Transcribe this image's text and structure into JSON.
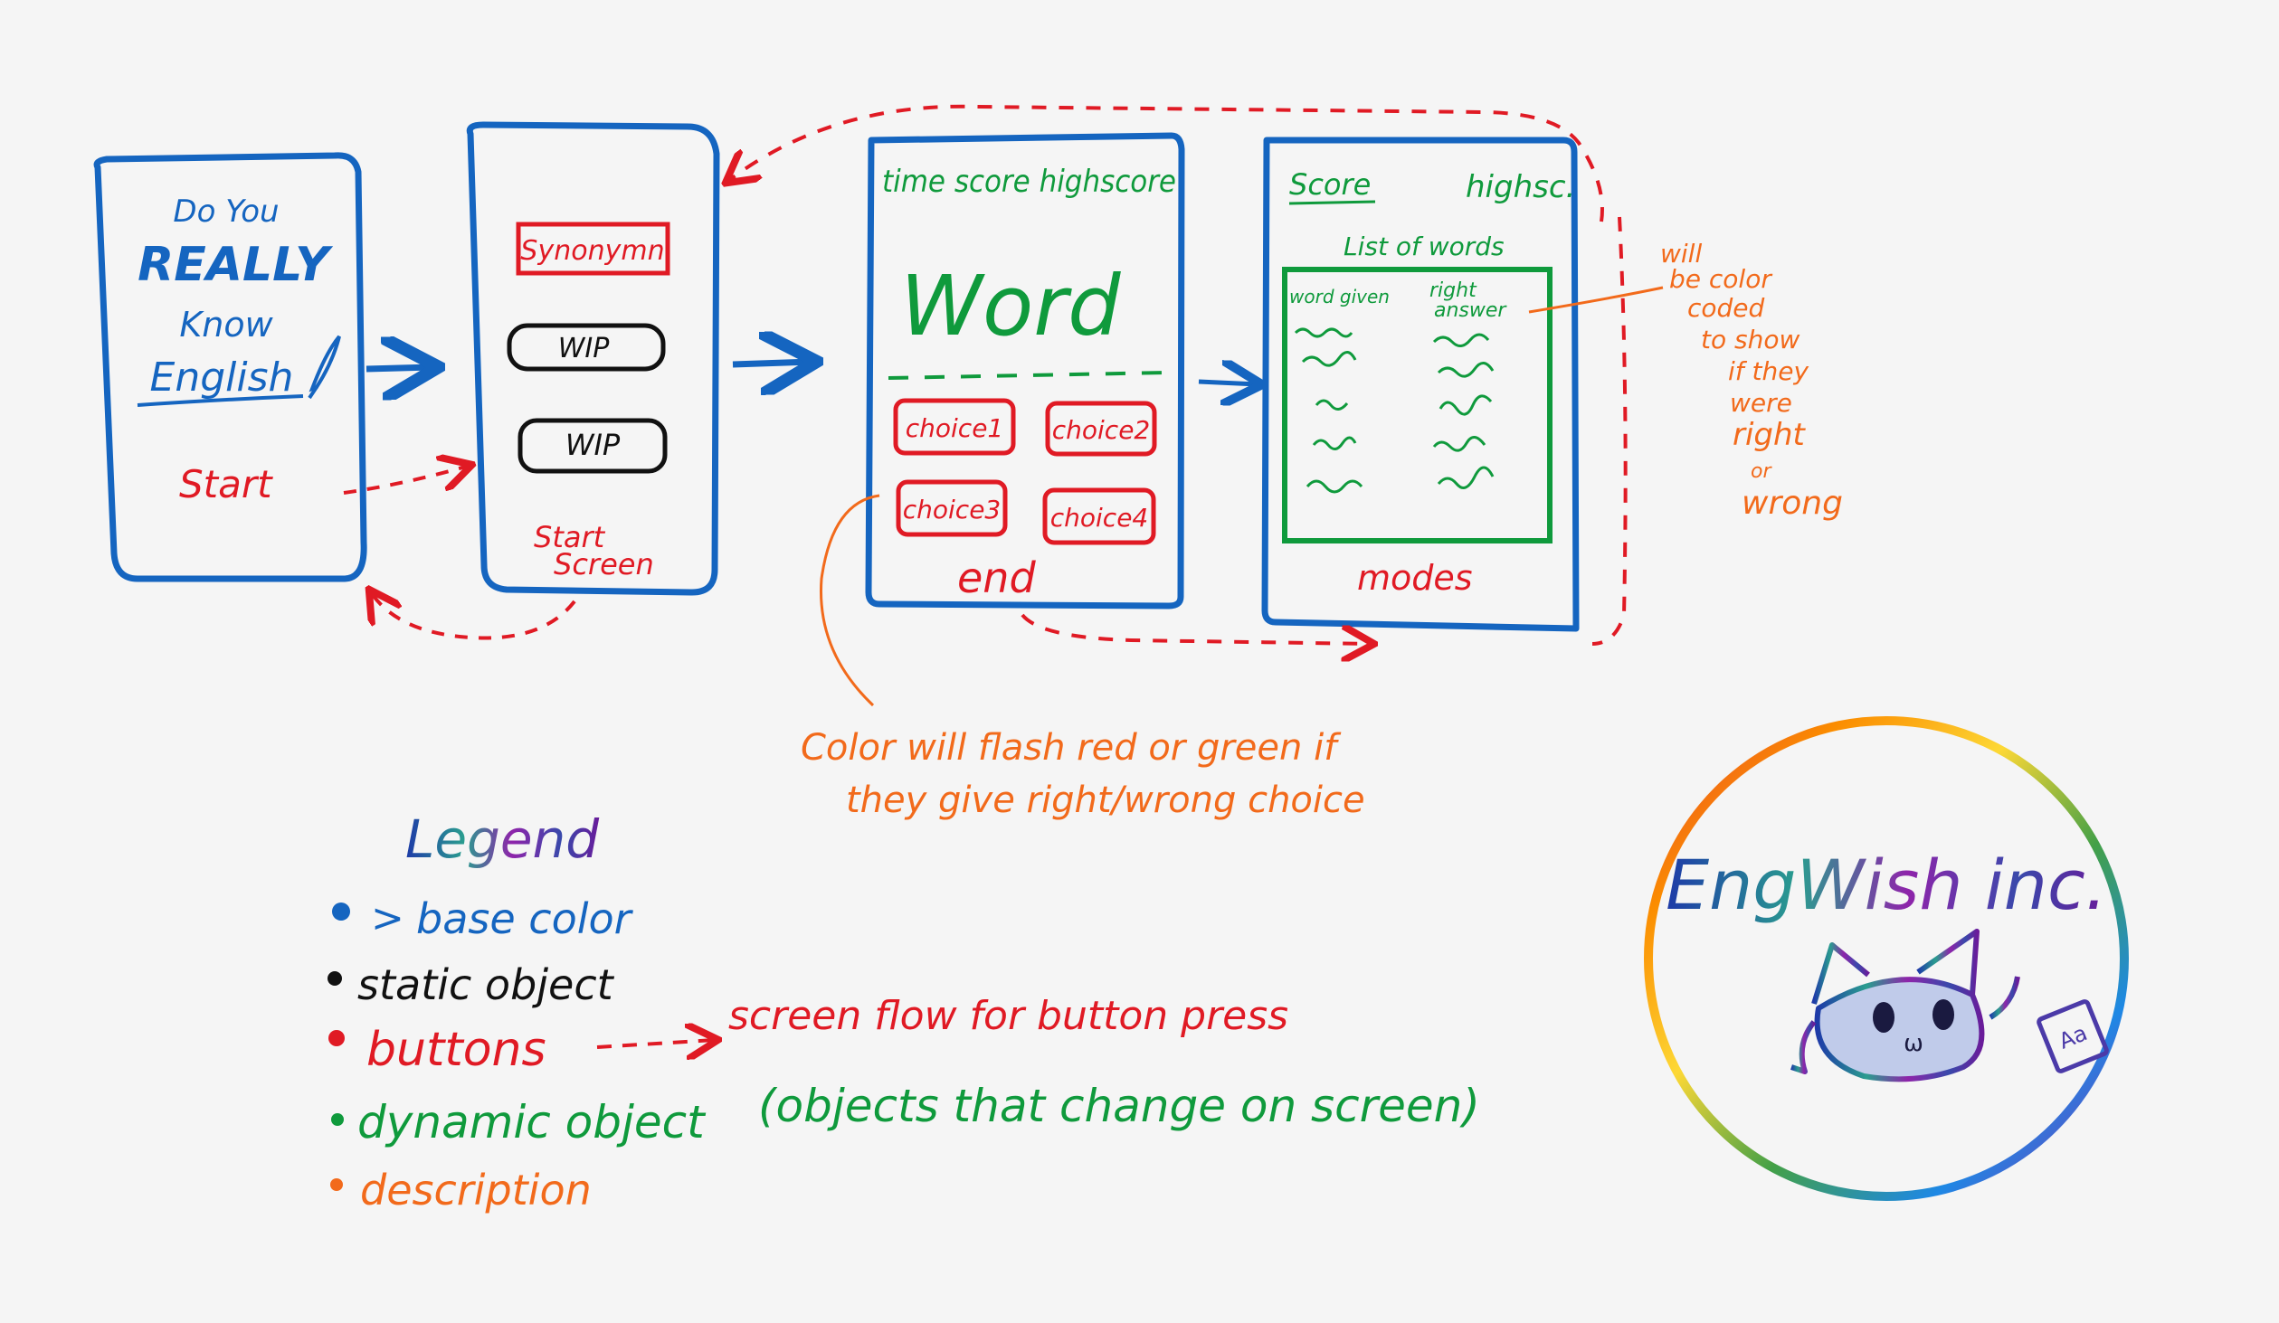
{
  "colors": {
    "base": "#1565c0",
    "static": "#111111",
    "button": "#e01a24",
    "dynamic": "#0f9a3c",
    "description": "#f26a1b"
  },
  "screen1": {
    "title_lines": [
      "Do You",
      "REALLY",
      "Know",
      "English"
    ],
    "start": "Start"
  },
  "screen2": {
    "buttons": [
      "Synonymn",
      "WIP",
      "WIP"
    ],
    "label_lines": [
      "Start",
      "Screen"
    ]
  },
  "screen3": {
    "header": "time score highscore",
    "word": "Word",
    "choices": [
      "choice1",
      "choice2",
      "choice3",
      "choice4"
    ],
    "end": "end"
  },
  "screen4": {
    "score": "Score",
    "highscore": "highsc.",
    "list_title": "List of words",
    "col_given": "word given",
    "col_right_lines": [
      "right",
      "answer"
    ],
    "modes": "modes"
  },
  "notes": {
    "color_code_lines": [
      "will",
      "be color",
      "coded",
      "to show",
      "if they",
      "were",
      "right",
      "or",
      "wrong"
    ],
    "flash_lines": [
      "Color will flash red or green if",
      "they give right/wrong choice"
    ]
  },
  "legend": {
    "title": "Legend",
    "items": [
      {
        "text": "base color",
        "color": "#1565c0"
      },
      {
        "text": "static object",
        "color": "#111111"
      },
      {
        "text": "buttons",
        "color": "#e01a24"
      },
      {
        "text": "dynamic object",
        "color": "#0f9a3c"
      },
      {
        "text": "description",
        "color": "#f26a1b"
      }
    ],
    "flow_text": "screen flow for button press",
    "dynamic_note": "(objects that change on screen)"
  },
  "logo": {
    "text": "EngWish inc.",
    "badge": "Aa"
  }
}
